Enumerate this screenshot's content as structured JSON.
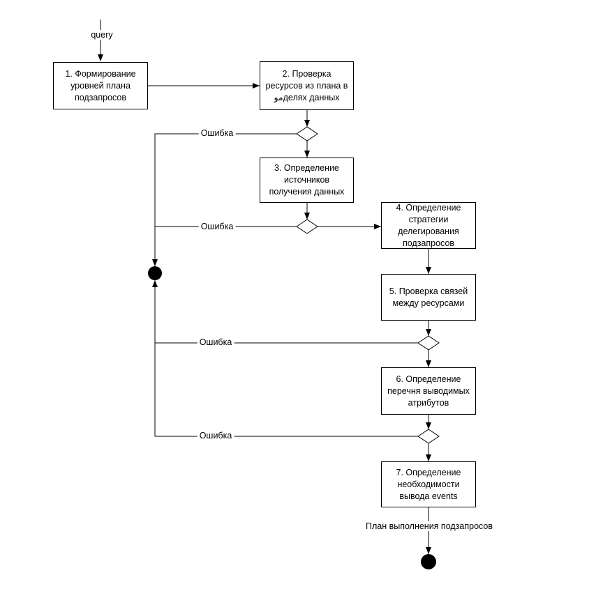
{
  "diagram": {
    "start_label": "query",
    "error_label": "Ошибка",
    "end_label": "План выполнения подзапросов",
    "nodes": [
      {
        "label": "1. Формирование\nуровней плана\nподзапросов"
      },
      {
        "label": "2. Проверка\nресурсов из плана в\nموделях данных"
      },
      {
        "label": "3. Определение\nисточников\nполучения данных"
      },
      {
        "label": "4. Определение\nстратегии\nделегирования\nподзапросов"
      },
      {
        "label": "5. Проверка связей\nмежду ресурсами"
      },
      {
        "label": "6. Определение\nперечня выводимых\nатрибутов"
      },
      {
        "label": "7. Определение\nнеобходимости\nвывода events"
      }
    ],
    "colors": {
      "stroke": "#000000",
      "node_fill": "#ffffff",
      "text": "#000000",
      "background": "#ffffff"
    }
  }
}
